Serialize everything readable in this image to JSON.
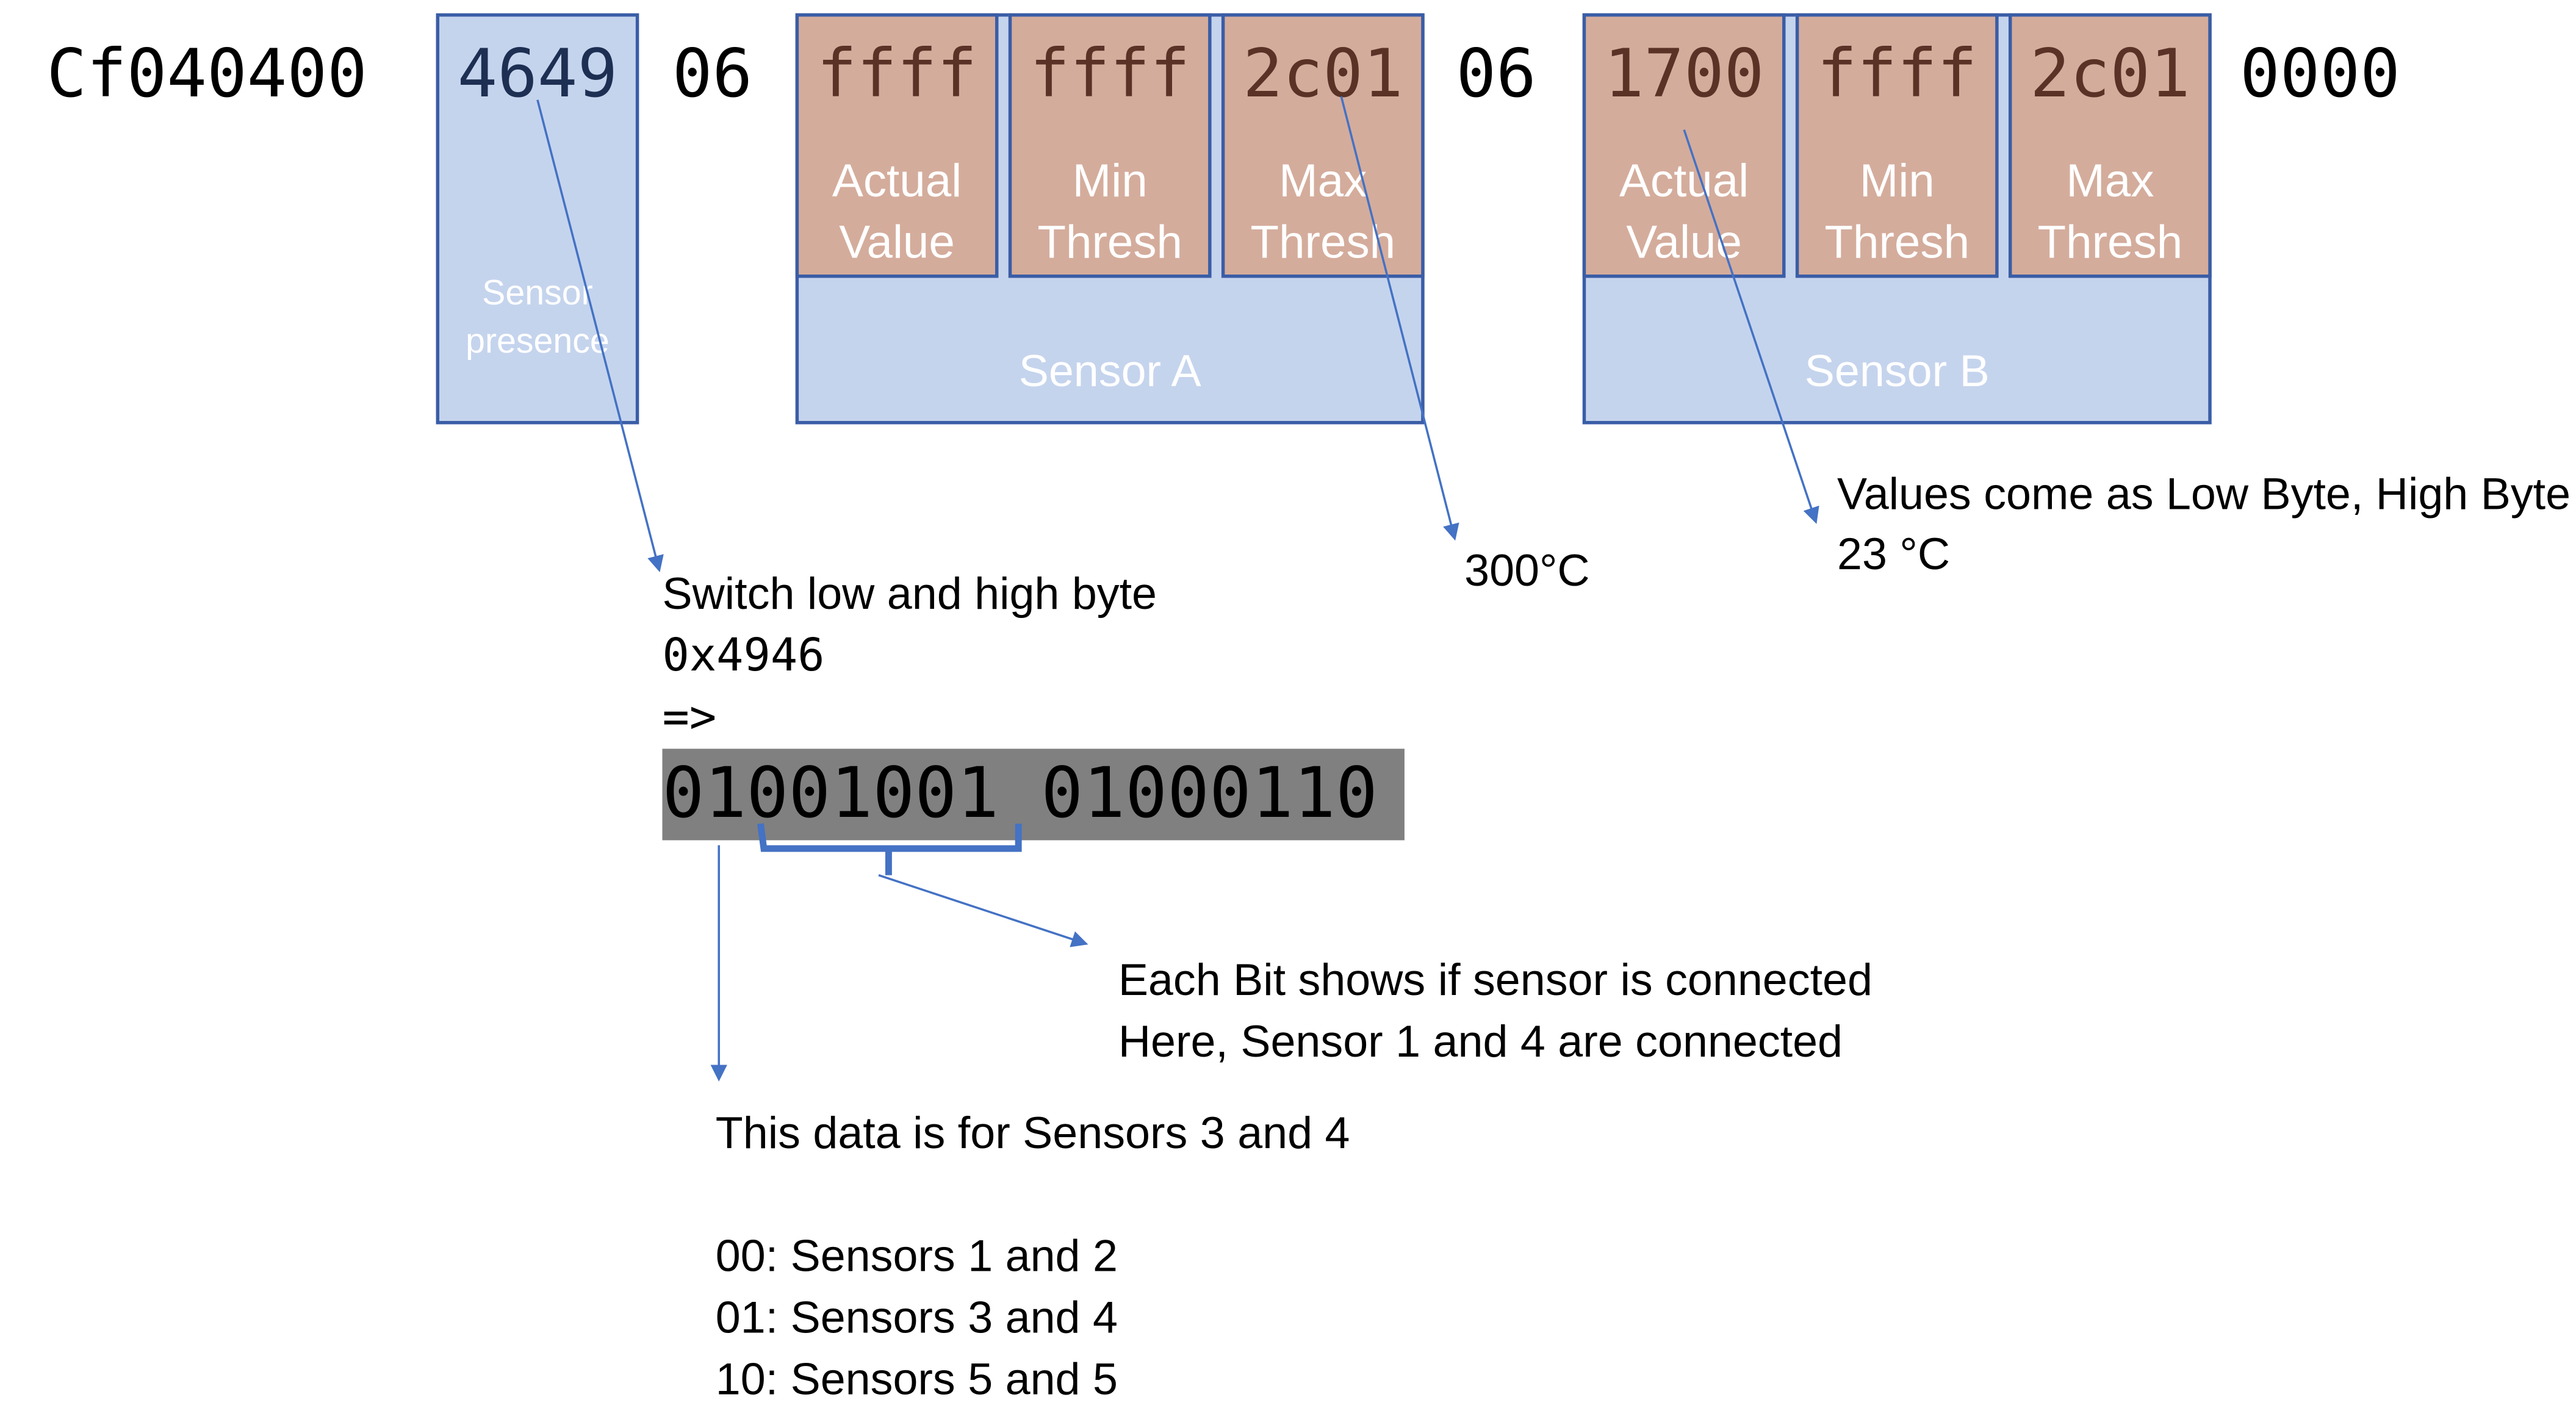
{
  "frame": {
    "prefix": "Cf040400",
    "presence": "4649",
    "sep1": "06",
    "sep2": "06",
    "suffix": "0000"
  },
  "presence_label": "Sensor\npresence",
  "sensor_a": {
    "name": "Sensor A",
    "cells": [
      {
        "hex": "ffff",
        "label": "Actual\nValue"
      },
      {
        "hex": "ffff",
        "label": "Min\nThresh"
      },
      {
        "hex": "2c01",
        "label": "Max\nThresh"
      }
    ]
  },
  "sensor_b": {
    "name": "Sensor B",
    "cells": [
      {
        "hex": "1700",
        "label": "Actual\nValue"
      },
      {
        "hex": "ffff",
        "label": "Min\nThresh"
      },
      {
        "hex": "2c01",
        "label": "Max\nThresh"
      }
    ]
  },
  "notes": {
    "max_temp": "300°C",
    "byte_order": "Values come as Low Byte, High Byte",
    "actual_temp": "23 °C",
    "switch_line": "Switch low and high byte",
    "switched_hex": "0x4946",
    "implies": "=>",
    "binary": "01001001 01000110",
    "bits_line1": "Each Bit shows if sensor is connected",
    "bits_line2": "Here, Sensor 1 and 4 are connected",
    "sensors_for": "This data is for Sensors 3 and 4",
    "legend": [
      "00: Sensors 1 and 2",
      "01: Sensors 3 and 4",
      "10: Sensors 5 and 5"
    ]
  },
  "colors": {
    "box_blue": "#c5d4ed",
    "box_red": "#d4ac9c",
    "border": "#3a5da6",
    "arrow": "#4472c4",
    "binary_bg": "#808080"
  }
}
